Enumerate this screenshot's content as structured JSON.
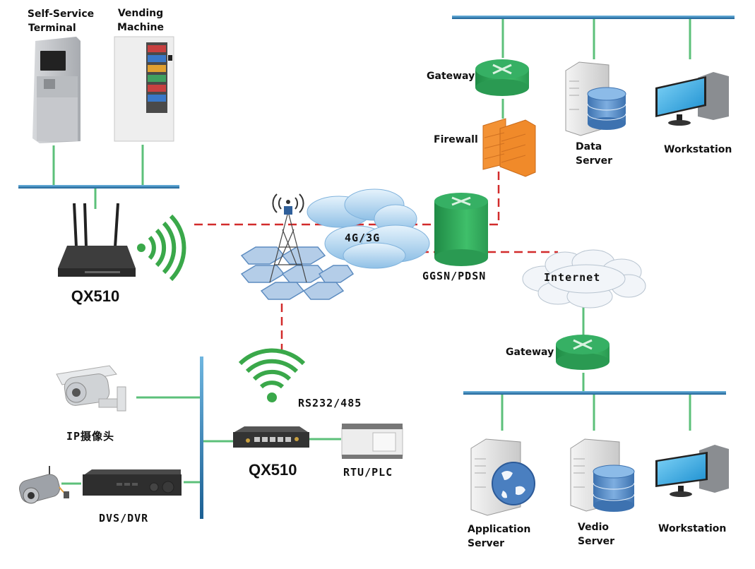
{
  "diagram": {
    "title": "QX510 Industrial 4G/3G Router Network Topology",
    "colors": {
      "lan_bus": "#1f6fa8",
      "lan_link": "#5cc07a",
      "wireless_link": "#d22b2b",
      "router_green": "#2ea55a",
      "firewall_orange": "#f08a2a",
      "cloud_blue": "#a9d0ee",
      "signal_green": "#3aa84a"
    },
    "nodes": {
      "self_service_terminal": {
        "label_line1": "Self-Service",
        "label_line2": "Terminal"
      },
      "vending_machine": {
        "label_line1": "Vending",
        "label_line2": "Machine"
      },
      "qx510_top": {
        "label": "QX510"
      },
      "base_station": {
        "label": ""
      },
      "mobile_cloud": {
        "label": "4G/3G"
      },
      "ggsn": {
        "label": "GGSN/PDSN"
      },
      "firewall": {
        "label": "Firewall"
      },
      "gateway_top": {
        "label": "Gateway"
      },
      "data_server": {
        "label_line1": "Data",
        "label_line2": "Server"
      },
      "workstation_top": {
        "label": "Workstation"
      },
      "internet_cloud": {
        "label": "Internet"
      },
      "gateway_bottom": {
        "label": "Gateway"
      },
      "application_server": {
        "label_line1": "Application",
        "label_line2": "Server"
      },
      "video_server": {
        "label_line1": "Vedio",
        "label_line2": "Server"
      },
      "workstation_bottom": {
        "label": "Workstation"
      },
      "ip_camera": {
        "label": "IP摄像头"
      },
      "dvs_dvr": {
        "label": "DVS/DVR"
      },
      "qx510_bottom": {
        "label": "QX510"
      },
      "serial_link": {
        "label": "RS232/485"
      },
      "rtu_plc": {
        "label": "RTU/PLC"
      }
    },
    "icons": [
      "atm-terminal-icon",
      "vending-machine-icon",
      "router-antenna-icon",
      "wifi-signal-icon",
      "cell-tower-icon",
      "cloud-icon",
      "router-cylinder-icon",
      "firewall-icon",
      "server-database-icon",
      "workstation-icon",
      "server-globe-icon",
      "ip-camera-icon",
      "wireless-camera-icon",
      "dvr-icon",
      "industrial-router-icon",
      "plc-icon"
    ]
  }
}
